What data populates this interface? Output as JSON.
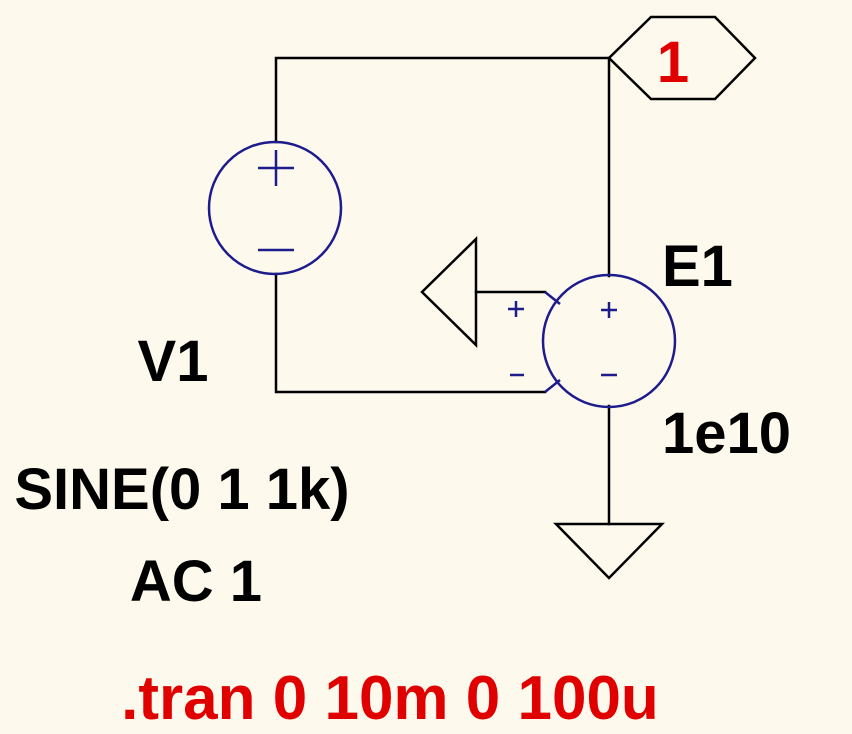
{
  "schematic": {
    "net_label": "1",
    "source": {
      "name": "V1",
      "value": "SINE(0 1 1k)",
      "ac": "AC 1"
    },
    "vcvs": {
      "name": "E1",
      "gain": "1e10"
    },
    "directive": ".tran 0 10m 0 100u"
  },
  "colors": {
    "background": "#fdf9ec",
    "wire": "#000000",
    "symbol": "#1c1c8c",
    "accent_text": "#e00000",
    "label_text": "#000000"
  }
}
